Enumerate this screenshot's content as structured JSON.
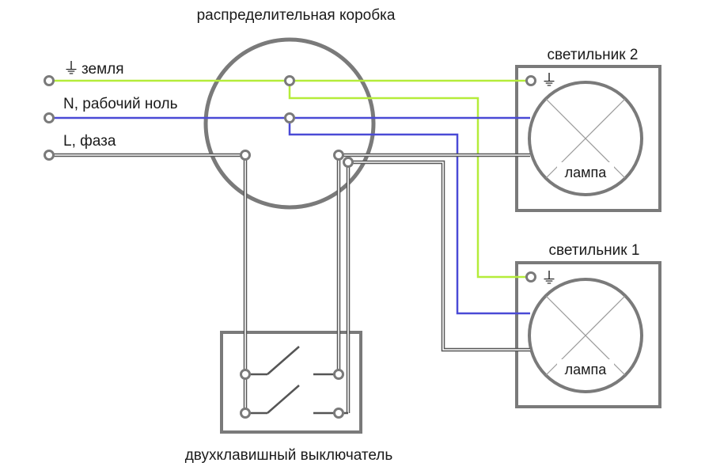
{
  "title": "распределительная коробка",
  "inputs": {
    "ground": "земля",
    "neutral": "N, рабочий ноль",
    "phase": "L, фаза"
  },
  "ground_symbol": "⏚",
  "fixtures": [
    {
      "title": "светильник 2",
      "lamp": "лампа"
    },
    {
      "title": "светильник 1",
      "lamp": "лампа"
    }
  ],
  "switch_label": "двухклавишный выключатель",
  "colors": {
    "ground_wire": "#b5ec3a",
    "neutral_wire": "#4a4ad6",
    "phase_wire": "#555555",
    "outline": "#7a7a7a",
    "terminal": "#7a7a7a"
  }
}
